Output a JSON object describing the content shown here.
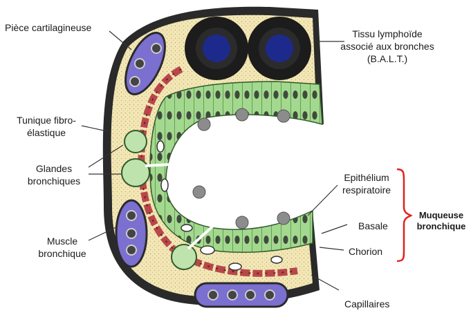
{
  "labels": {
    "piece_cartilagineuse": "Pièce cartilagineuse",
    "tissu_lymphoide": [
      "Tissu lymphoïde",
      "associé aux bronches",
      "(B.A.L.T.)"
    ],
    "tunique_fibro": [
      "Tunique fibro-",
      "élastique"
    ],
    "glandes": [
      "Glandes",
      "bronchiques"
    ],
    "epithelium": [
      "Epithélium",
      "respiratoire"
    ],
    "muscle": [
      "Muscle",
      "bronchique"
    ],
    "basale": "Basale",
    "chorion": "Chorion",
    "muqueuse": [
      "Muqueuse",
      "bronchique"
    ],
    "capillaires": "Capillaires"
  },
  "colors": {
    "cartilage": "#7b6fd0",
    "balt_outer": "#1c1c1c",
    "balt_inner": "#1d2a8c",
    "epithelium": "#9ed68a",
    "chorion": "#f3e7b5",
    "muscle_layer": "#b8474a",
    "bracket": "#e0221b"
  }
}
